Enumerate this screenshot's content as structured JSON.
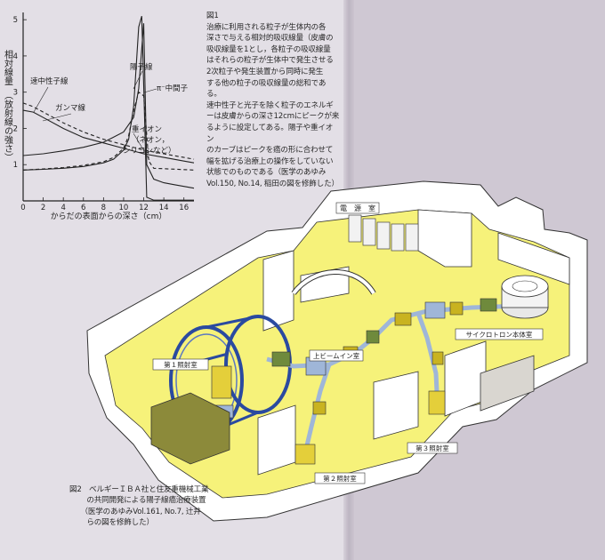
{
  "figure1": {
    "caption_number": "図1",
    "caption_lines": [
      "治療に利用される粒子が生体内の各",
      "深さで与える相対的吸収線量（皮膚の",
      "吸収線量を1とし，各粒子の吸収線量",
      "はそれらの粒子が生体中で発生させる",
      "2次粒子や発生装置から同時に発生",
      "する他の粒子の吸収線量の総和である。",
      "速中性子と光子を除く粒子のエネルギ",
      "ーは皮膚からの深さ12cmにピークが来",
      "るように設定してある。陽子や重イオン",
      "のカーブはピークを癌の形に合わせて",
      "幅を拡げる治療上の操作をしていない",
      "状態でのものである（医学のあゆみ",
      "Vol.150, No.14, 稲田の図を修飾した）"
    ],
    "chart_data": {
      "type": "line",
      "title": "",
      "ylabel_main": "相対線量",
      "ylabel_sub": "（放射線の強さ）",
      "xlabel": "からだの表面からの深さ（cm）",
      "xlim": [
        0,
        17
      ],
      "ylim": [
        0,
        5.2
      ],
      "xticks": [
        "0",
        "2",
        "4",
        "6",
        "8",
        "10",
        "12",
        "14",
        "16"
      ],
      "yticks": [
        "1",
        "2",
        "3",
        "4",
        "5"
      ],
      "series": [
        {
          "name": "陽子線",
          "style": "solid",
          "x": [
            0,
            2,
            4,
            6,
            8,
            9,
            10,
            10.5,
            11,
            11.5,
            11.8,
            12,
            12.3,
            13,
            17
          ],
          "y": [
            0.85,
            0.87,
            0.9,
            0.95,
            1.05,
            1.15,
            1.4,
            1.7,
            2.6,
            4.8,
            5.1,
            3.2,
            0.1,
            0.02,
            0.02
          ]
        },
        {
          "name": "π⁻中間子",
          "style": "dashed",
          "x": [
            0,
            2,
            4,
            6,
            8,
            9,
            10,
            10.5,
            11,
            11.5,
            12,
            12.5,
            13,
            17
          ],
          "y": [
            0.85,
            0.88,
            0.92,
            0.98,
            1.08,
            1.2,
            1.45,
            1.8,
            2.5,
            3.0,
            2.9,
            1.1,
            0.9,
            0.85
          ]
        },
        {
          "name": "速中性子線",
          "style": "solid",
          "x": [
            0,
            1,
            2,
            4,
            6,
            8,
            10,
            12,
            14,
            16,
            17
          ],
          "y": [
            2.5,
            2.45,
            2.3,
            2.0,
            1.75,
            1.6,
            1.45,
            1.3,
            1.2,
            1.1,
            1.05
          ]
        },
        {
          "name": "ガンマ線",
          "style": "dashed",
          "x": [
            0,
            1,
            2,
            4,
            6,
            8,
            10,
            12,
            14,
            16,
            17
          ],
          "y": [
            2.7,
            2.6,
            2.45,
            2.15,
            1.9,
            1.7,
            1.55,
            1.4,
            1.3,
            1.2,
            1.15
          ]
        },
        {
          "name": "重イオン（ネオン，シリコンなど）",
          "style": "solid",
          "x": [
            0,
            2,
            4,
            6,
            8,
            10,
            11,
            11.5,
            12,
            12.3,
            13,
            14,
            15,
            17
          ],
          "y": [
            1.25,
            1.3,
            1.38,
            1.48,
            1.62,
            1.9,
            2.3,
            3.1,
            4.9,
            1.0,
            0.6,
            0.5,
            0.45,
            0.35
          ]
        }
      ],
      "annotations": [
        {
          "text": "陽子線",
          "target": "陽子線"
        },
        {
          "text": "π⁻中間子",
          "target": "π⁻中間子"
        },
        {
          "text": "速中性子線",
          "target": "速中性子線"
        },
        {
          "text": "ガンマ線",
          "target": "ガンマ線"
        },
        {
          "text": "重イオン",
          "target": "重イオン"
        },
        {
          "text": "（ネオン，",
          "target": "重イオン"
        },
        {
          "text": "シリコンなど）",
          "target": "重イオン"
        }
      ]
    }
  },
  "figure2": {
    "caption_lines": [
      "図2　ベルギーＩＢＡ社と住友重機械工業",
      "　　 の共同開発による陽子線癌治療装置",
      "　　（医学のあゆみVol.161, No.7, 辻井",
      "　　 らの図を修飾した）"
    ],
    "labels": {
      "power_room": "電　源　室",
      "cyclotron": "サイクロトロン本体室",
      "beamline": "上ビームイン室",
      "room1": "第１照射室",
      "room2": "第２照射室",
      "room3": "第３照射室"
    }
  },
  "colors": {
    "paper_left": "#e3dfe6",
    "paper_right": "#cfc8d3",
    "yellow_wall": "#f6f27a",
    "wall_top": "#ffffff",
    "wall_shade": "#d9d6d0",
    "beam_blue": "#9fb6d8",
    "gantry_blue": "#2a4aa0",
    "magnet_yellow": "#c9b320",
    "magnet_green": "#6f8a3c",
    "couch_green": "#8c8a3a"
  }
}
